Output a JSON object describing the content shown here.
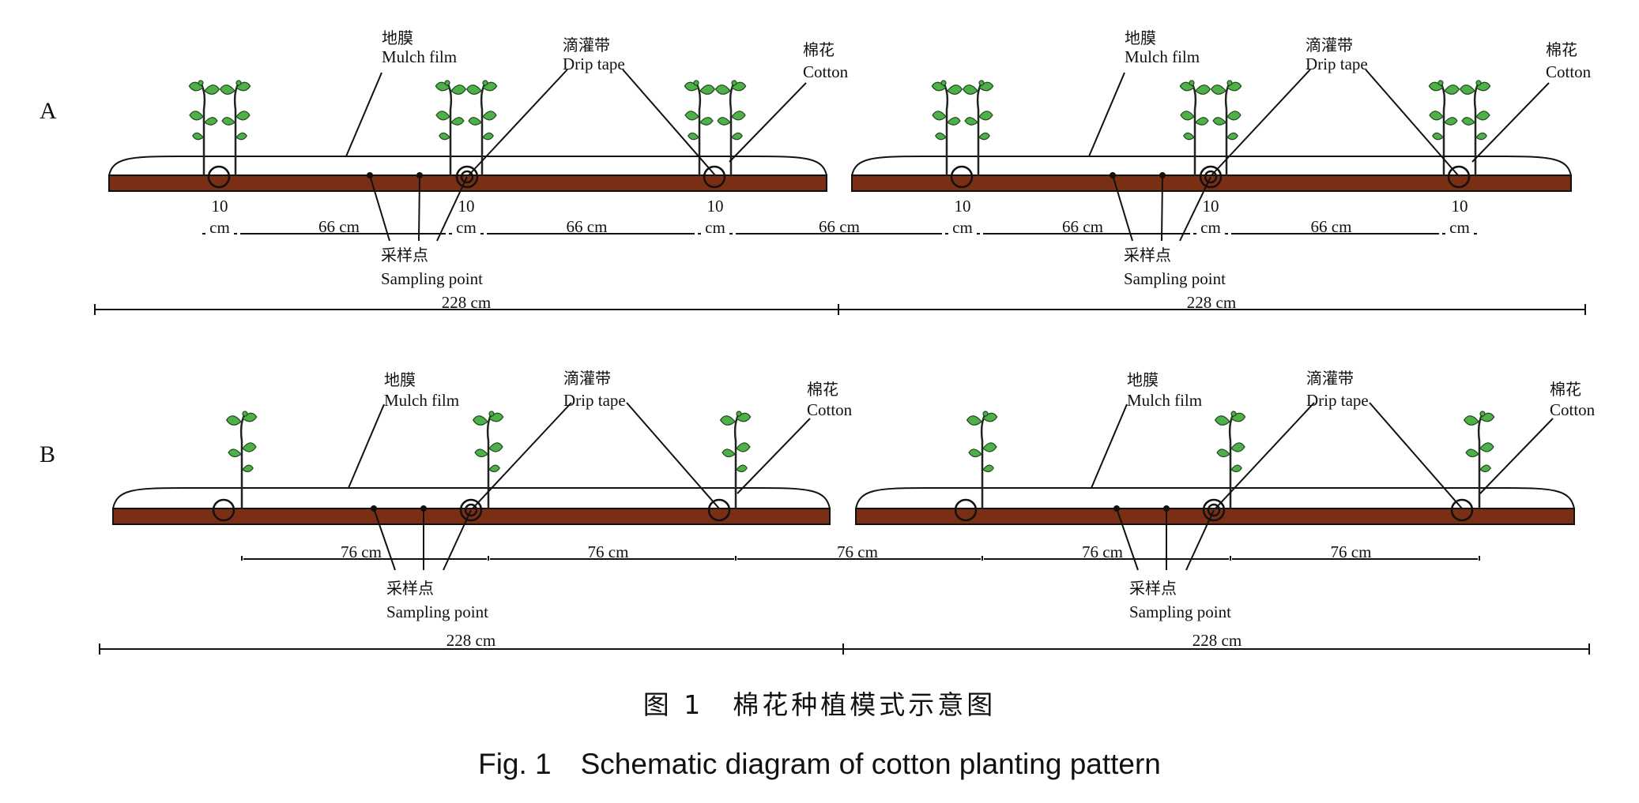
{
  "panels": [
    {
      "id": "A",
      "label": "A",
      "mulch_zh": "地膜",
      "mulch_en": "Mulch film",
      "drip_zh": "滴灌带",
      "drip_en": "Drip tape",
      "cotton_zh": "棉花",
      "cotton_en": "Cotton",
      "sampling_zh": "采样点",
      "sampling_en": "Sampling point",
      "narrow_num": "10",
      "narrow_unit": "cm",
      "wide": "66 cm",
      "total": "228 cm"
    },
    {
      "id": "B",
      "label": "B",
      "mulch_zh": "地膜",
      "mulch_en": "Mulch film",
      "drip_zh": "滴灌带",
      "drip_en": "Drip tape",
      "cotton_zh": "棉花",
      "cotton_en": "Cotton",
      "sampling_zh": "采样点",
      "sampling_en": "Sampling point",
      "spacing": "76 cm",
      "total": "228 cm"
    }
  ],
  "caption": {
    "zh": "图 1　棉花种植模式示意图",
    "en": "Fig. 1　Schematic diagram of cotton planting pattern"
  },
  "colors": {
    "soil": "#7a2e14",
    "leaf": "#4fb04a",
    "film": "#ffffff"
  },
  "icons": [
    "cotton-plant-icon",
    "drip-tape-icon"
  ]
}
